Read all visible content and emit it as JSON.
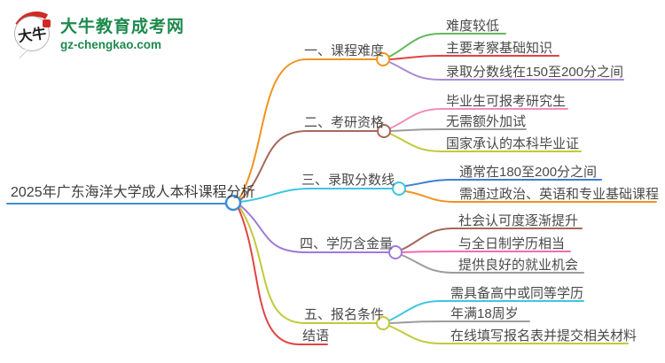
{
  "logo": {
    "mark_text": "大牛",
    "title": "大牛教育成考网",
    "url": "gz-chengkao.com",
    "brand_green": "#1e8a4d",
    "mark_red": "#cf2b24"
  },
  "central": {
    "title": "2025年广东海洋大学成人本科课程分析",
    "color": "#3e8ed6"
  },
  "branches": [
    {
      "label": "一、课程难度",
      "color": "#f0931f",
      "children": [
        {
          "label": "难度较低",
          "color": "#63b95d"
        },
        {
          "label": "主要考察基础知识",
          "color": "#e04444"
        },
        {
          "label": "录取分数线在150至200分之间",
          "color": "#a98bd6"
        }
      ]
    },
    {
      "label": "二、考研资格",
      "color": "#a5685a",
      "children": [
        {
          "label": "毕业生可报考研究生",
          "color": "#f18cbb"
        },
        {
          "label": "无需额外加试",
          "color": "#9c9c9c"
        },
        {
          "label": "国家承认的本科毕业证",
          "color": "#c2c93a"
        }
      ]
    },
    {
      "label": "三、录取分数线",
      "color": "#3ec6e0",
      "children": [
        {
          "label": "通常在180至200分之间",
          "color": "#3d7fd3"
        },
        {
          "label": "需通过政治、英语和专业基础课程",
          "color": "#f0931f"
        }
      ]
    },
    {
      "label": "四、学历含金量",
      "color": "#a07ad8",
      "children": [
        {
          "label": "社会认可度逐渐提升",
          "color": "#a5685a"
        },
        {
          "label": "与全日制学历相当",
          "color": "#f868b0"
        },
        {
          "label": "提供良好的就业机会",
          "color": "#9c9c9c"
        }
      ]
    },
    {
      "label": "五、报名条件",
      "color": "#c2c93a",
      "children": [
        {
          "label": "需具备高中或同等学历",
          "color": "#3ec6e0"
        },
        {
          "label": "年满18周岁",
          "color": "#9c9c9c"
        },
        {
          "label": "在线填写报名表并提交相关材料",
          "color": "#c2c93a"
        }
      ]
    },
    {
      "label": "结语",
      "color": "#e04444",
      "children": []
    }
  ]
}
